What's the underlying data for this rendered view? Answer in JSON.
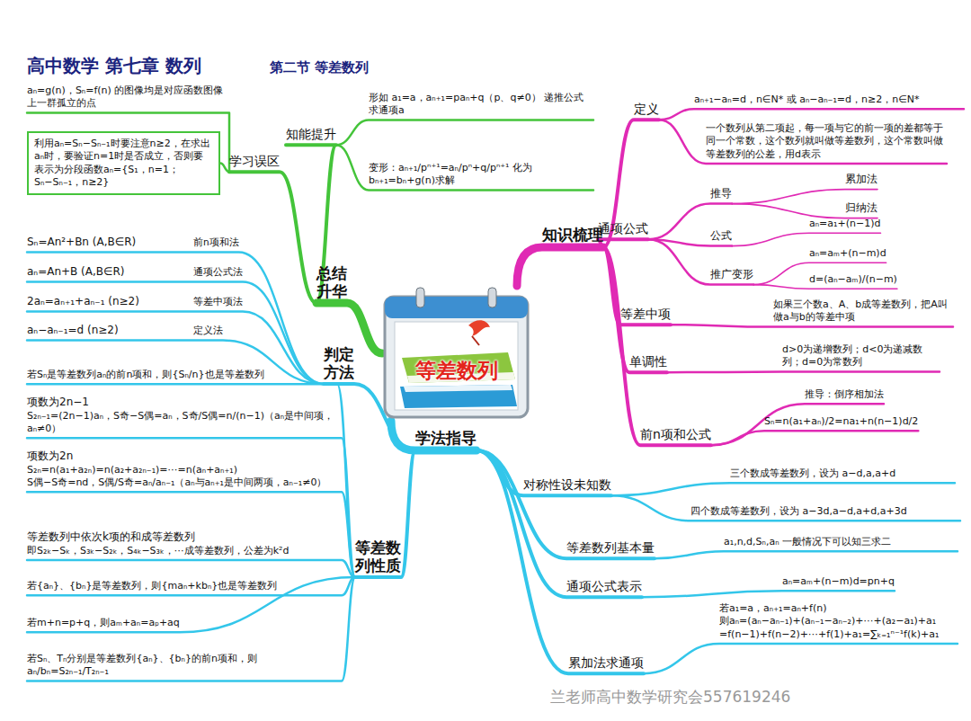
{
  "diagram": {
    "title": "高中数学 第七章 数列",
    "nodes": [
      {
        "text": [
          "等差数列"
        ]
      },
      {
        "text": [
          "知识梳理"
        ]
      },
      {
        "text": [
          "总结升华"
        ]
      },
      {
        "text": [
          "学法指导"
        ]
      },
      {
        "text": [
          "定义"
        ]
      },
      {
        "text": [
          "aₙ₊₁−aₙ=d，n∈N* 或 aₙ−aₙ₋₁=d，n≥2，n∈N*"
        ]
      },
      {
        "text": [
          "一个数列从第二项起，每一项与它的前一项的差都等于同一个常数，这个数列就叫做等差数列，这个常数叫做等差数列的公差，用d表示"
        ]
      },
      {
        "text": [
          "通项公式"
        ]
      },
      {
        "text": [
          "推导"
        ]
      },
      {
        "text": [
          "累加法"
        ]
      },
      {
        "text": [
          "归纳法"
        ]
      },
      {
        "text": [
          "公式"
        ]
      },
      {
        "text": [
          "aₙ=a₁+(n−1)d"
        ]
      },
      {
        "text": [
          "推广变形"
        ]
      },
      {
        "text": [
          "aₙ=aₘ+(n−m)d"
        ]
      },
      {
        "text": [
          "d=(aₙ−aₘ)/(n−m)"
        ]
      },
      {
        "text": [
          "等差中项"
        ]
      },
      {
        "text": [
          "如果三个数a、A、b成等差数列，把A叫做a与b的等差中项"
        ]
      },
      {
        "text": [
          "单调性"
        ]
      },
      {
        "text": [
          "d>0为递增数列；d<0为递减数列；d=0为常数列"
        ]
      },
      {
        "text": [
          "前n项和公式"
        ]
      },
      {
        "text": [
          "推导：倒序相加法"
        ]
      },
      {
        "text": [
          "Sₙ=n(a₁+aₙ)/2=na₁+n(n−1)d/2"
        ]
      },
      {
        "text": [
          "知能提升"
        ]
      },
      {
        "text": [
          "形如 a₁=a，aₙ₊₁=paₙ+q（p、q≠0） 递推公式求通项a"
        ]
      },
      {
        "text": [
          "变形：aₙ₊₁/pⁿ⁺¹=aₙ/pⁿ+q/pⁿ⁺¹ 化为bₙ₊₁=bₙ+g(n)求解"
        ]
      },
      {
        "text": [
          "学习误区"
        ]
      },
      {
        "text": [
          "aₙ=g(n)，Sₙ=f(n) 的图像均是对应函数图像上一群孤立的点"
        ]
      },
      {
        "text": [
          "利用aₙ=Sₙ−Sₙ₋₁时要注意n≥2，在求出aₙ时，要验证n=1时是否成立，否则要表示为分段函数aₙ={S₁，n=1；Sₙ−Sₙ₋₁，n≥2}"
        ]
      },
      {
        "text": [
          "判定方法"
        ]
      },
      {
        "text": [
          "Sₙ=An²+Bn (A,B∈R)",
          "前n项和法"
        ]
      },
      {
        "text": [
          "aₙ=An+B (A,B∈R)",
          "通项公式法"
        ]
      },
      {
        "text": [
          "2aₙ=aₙ₊₁+aₙ₋₁ (n≥2)",
          "等差中项法"
        ]
      },
      {
        "text": [
          "aₙ−aₙ₋₁=d (n≥2)",
          "定义法"
        ]
      },
      {
        "text": [
          "等差数列性质"
        ]
      },
      {
        "text": [
          "若Sₙ是等差数列aₙ的前n项和，则{Sₙ/n}也是等差数列"
        ]
      },
      {
        "text": [
          "项数为2n−1",
          "S₂ₙ₋₁=(2n−1)aₙ，S奇−S偶=aₙ，S奇/S偶=n/(n−1)（aₙ是中间项，aₙ≠0）"
        ]
      },
      {
        "text": [
          "项数为2n",
          "S₂ₙ=n(a₁+a₂ₙ)=n(a₂+a₂ₙ₋₁)=⋯=n(aₙ+aₙ₊₁)",
          "S偶−S奇=nd，S偶/S奇=aₙ/aₙ₋₁（aₙ与aₙ₊₁是中间两项，aₙ₋₁≠0）"
        ]
      },
      {
        "text": [
          "等差数列中依次k项的和成等差数列",
          "即S₂ₖ−Sₖ，S₃ₖ−S₂ₖ，S₄ₖ−S₃ₖ，⋯成等差数列，公差为k²d"
        ]
      },
      {
        "text": [
          "若{aₙ}、{bₙ}是等差数列，则{maₙ+kbₙ}也是等差数列"
        ]
      },
      {
        "text": [
          "若m+n=p+q，则aₘ+aₙ=aₚ+aq"
        ]
      },
      {
        "text": [
          "若Sₙ、Tₙ分别是等差数列{aₙ}、{bₙ}的前n项和，则 aₙ/bₙ=S₂ₙ₋₁/T₂ₙ₋₁"
        ]
      },
      {
        "text": [
          "对称性设未知数"
        ]
      },
      {
        "text": [
          "三个数成等差数列，设为 a−d,a,a+d"
        ]
      },
      {
        "text": [
          "四个数成等差数列，设为 a−3d,a−d,a+d,a+3d"
        ]
      },
      {
        "text": [
          "等差数列基本量"
        ]
      },
      {
        "text": [
          "a₁,n,d,Sₙ,aₙ 一般情况下可以知三求二"
        ]
      },
      {
        "text": [
          "通项公式表示"
        ]
      },
      {
        "text": [
          "aₙ=aₘ+(n−m)d=pn+q"
        ]
      },
      {
        "text": [
          "累加法求通项"
        ]
      },
      {
        "text": [
          "若a₁=a，aₙ₊₁=aₙ+f(n)",
          "则aₙ=(aₙ−aₙ₋₁)+(aₙ₋₁−aₙ₋₂)+⋯+(a₂−a₁)+a₁",
          "=f(n−1)+f(n−2)+⋯+f(1)+a₁=∑ₖ₌₁ⁿ⁻¹f(k)+a₁"
        ]
      }
    ],
    "edges": [
      {
        "from": 0,
        "to": 1,
        "arrow": "none"
      },
      {
        "from": 0,
        "to": 2,
        "arrow": "none"
      },
      {
        "from": 0,
        "to": 3,
        "arrow": "none"
      },
      {
        "from": 1,
        "to": 4,
        "arrow": "none"
      },
      {
        "from": 4,
        "to": 5,
        "arrow": "none"
      },
      {
        "from": 4,
        "to": 6,
        "arrow": "none"
      },
      {
        "from": 1,
        "to": 7,
        "arrow": "none"
      },
      {
        "from": 7,
        "to": 8,
        "arrow": "none"
      },
      {
        "from": 8,
        "to": 9,
        "arrow": "none"
      },
      {
        "from": 8,
        "to": 10,
        "arrow": "none"
      },
      {
        "from": 7,
        "to": 11,
        "arrow": "none"
      },
      {
        "from": 11,
        "to": 12,
        "arrow": "none"
      },
      {
        "from": 7,
        "to": 13,
        "arrow": "none"
      },
      {
        "from": 13,
        "to": 14,
        "arrow": "none"
      },
      {
        "from": 13,
        "to": 15,
        "arrow": "none"
      },
      {
        "from": 1,
        "to": 16,
        "arrow": "none"
      },
      {
        "from": 16,
        "to": 17,
        "arrow": "none"
      },
      {
        "from": 1,
        "to": 18,
        "arrow": "none"
      },
      {
        "from": 18,
        "to": 19,
        "arrow": "none"
      },
      {
        "from": 1,
        "to": 20,
        "arrow": "none"
      },
      {
        "from": 20,
        "to": 21,
        "arrow": "none"
      },
      {
        "from": 20,
        "to": 22,
        "arrow": "none"
      },
      {
        "from": 2,
        "to": 23,
        "arrow": "none"
      },
      {
        "from": 23,
        "to": 24,
        "arrow": "none"
      },
      {
        "from": 23,
        "to": 25,
        "arrow": "none"
      },
      {
        "from": 2,
        "to": 26,
        "arrow": "none"
      },
      {
        "from": 26,
        "to": 27,
        "arrow": "none"
      },
      {
        "from": 26,
        "to": 28,
        "arrow": "none"
      },
      {
        "from": 3,
        "to": 29,
        "arrow": "none"
      },
      {
        "from": 29,
        "to": 30,
        "arrow": "none"
      },
      {
        "from": 29,
        "to": 31,
        "arrow": "none"
      },
      {
        "from": 29,
        "to": 32,
        "arrow": "none"
      },
      {
        "from": 29,
        "to": 33,
        "arrow": "none"
      },
      {
        "from": 3,
        "to": 34,
        "arrow": "none"
      },
      {
        "from": 34,
        "to": 35,
        "arrow": "none"
      },
      {
        "from": 34,
        "to": 36,
        "arrow": "none"
      },
      {
        "from": 34,
        "to": 37,
        "arrow": "none"
      },
      {
        "from": 34,
        "to": 38,
        "arrow": "none"
      },
      {
        "from": 34,
        "to": 39,
        "arrow": "none"
      },
      {
        "from": 34,
        "to": 40,
        "arrow": "none"
      },
      {
        "from": 34,
        "to": 41,
        "arrow": "none"
      },
      {
        "from": 3,
        "to": 42,
        "arrow": "none"
      },
      {
        "from": 42,
        "to": 43,
        "arrow": "none"
      },
      {
        "from": 42,
        "to": 44,
        "arrow": "none"
      },
      {
        "from": 3,
        "to": 45,
        "arrow": "none"
      },
      {
        "from": 45,
        "to": 46,
        "arrow": "none"
      },
      {
        "from": 3,
        "to": 47,
        "arrow": "none"
      },
      {
        "from": 47,
        "to": 48,
        "arrow": "none"
      },
      {
        "from": 3,
        "to": 49,
        "arrow": "none"
      },
      {
        "from": 49,
        "to": 50,
        "arrow": "none"
      }
    ],
    "labels": [
      "第二节 等差数列",
      "兰老师高中数学研究会557619246"
    ]
  }
}
